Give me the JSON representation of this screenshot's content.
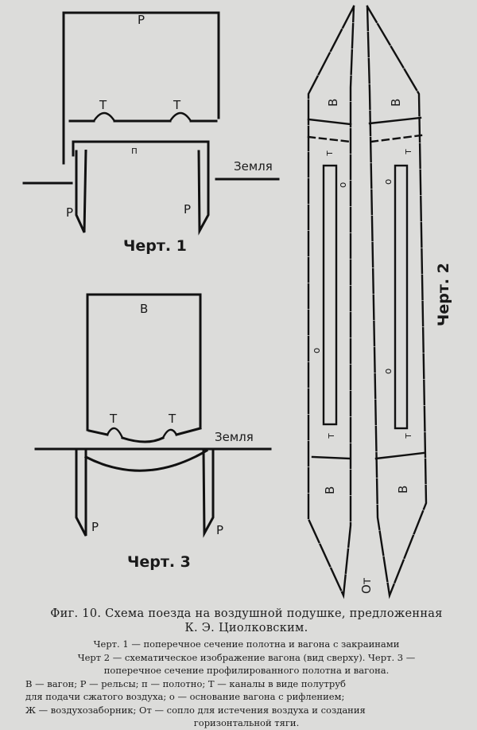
{
  "figure": {
    "drawing1": {
      "label_P_top": "Р",
      "label_T_left": "Т",
      "label_T_right": "Т",
      "label_pi": "п",
      "label_ground": "Земля",
      "label_R_left": "Р",
      "label_R_right": "Р",
      "caption": "Черт. 1"
    },
    "drawing2": {
      "label_B_top_left": "В",
      "label_B_top_right": "В",
      "label_T_top_left": "т",
      "label_T_top_right": "т",
      "label_o_top_left": "о",
      "label_o_top_right": "о",
      "label_o_mid_left": "о",
      "label_o_mid_right": "о",
      "label_T_bottom_left": "т",
      "label_T_bottom_right": "т",
      "label_B_bottom_left": "В",
      "label_B_bottom_right": "В",
      "label_Ot": "От",
      "caption": "Черт. 2"
    },
    "drawing3": {
      "label_B": "В",
      "label_T_left": "Т",
      "label_T_right": "Т",
      "label_ground": "Земля",
      "label_R_left": "Р",
      "label_R_right": "Р",
      "caption": "Черт. 3"
    }
  },
  "caption": {
    "title_line1": "Фиг. 10. Схема поезда на воздушной подушке, предложенная",
    "title_line2": "К. Э. Циолковским.",
    "line1": "Черт. 1 — поперечное сечение полотна и вагона с закраинами",
    "line2": "Черт 2 — схематическое изображение вагона (вид сверху). Черт. 3 —",
    "line3": "поперечное сечение профилированного полотна и вагона.",
    "line4": "В — вагон; Р — рельсы; п — полотно; Т — каналы в виде полутруб",
    "line5": "для подачи сжатого воздуха; о — основание вагона с рифлением;",
    "line6": "Ж — воздухозаборник; От — сопло для истечения воздуха и создания",
    "line7": "горизонтальной тяги."
  }
}
